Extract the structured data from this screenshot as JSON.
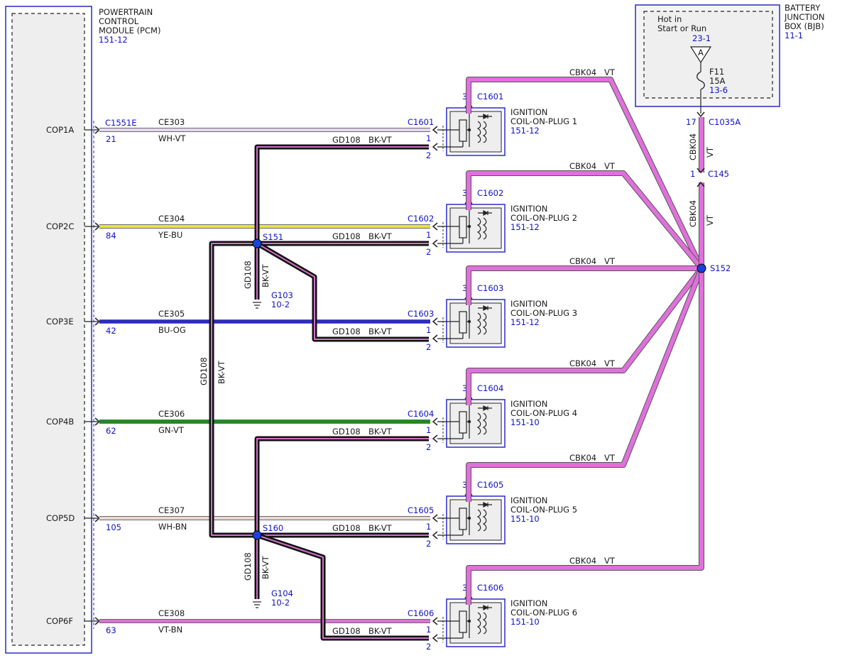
{
  "colors": {
    "WH-VT": "#e6d8f0",
    "YE-BU": "#e8e83a",
    "BU-OG": "#2a2acc",
    "GN-VT": "#1f8a1f",
    "WH-BN": "#ead8d0",
    "VT-BN": "#e070d8",
    "BK-VT": "#111111",
    "BK-VT-stripe": "#d070c8",
    "VT": "#e070dc",
    "box_blue": "#2a2acc",
    "splice": "#1d3fdc"
  },
  "pcm": {
    "title_lines": [
      "POWERTRAIN",
      "CONTROL",
      "MODULE (PCM)"
    ],
    "ref": "151-12",
    "pins": [
      {
        "name": "COP1A",
        "connector": "C1551E",
        "pin": "21"
      },
      {
        "name": "COP2C",
        "pin": "84"
      },
      {
        "name": "COP3E",
        "pin": "42"
      },
      {
        "name": "COP4B",
        "pin": "62"
      },
      {
        "name": "COP5D",
        "pin": "105"
      },
      {
        "name": "COP6F",
        "pin": "63"
      }
    ]
  },
  "bjb": {
    "title_lines": [
      "BATTERY",
      "JUNCTION",
      "BOX (BJB)"
    ],
    "ref": "11-1",
    "hot_lines": [
      "Hot in",
      "Start or Run"
    ],
    "hot_ref": "23-1",
    "bus": "A",
    "fuse": "F11",
    "fuse_amps": "15A",
    "fuse_ref": "13-6",
    "out_pin": "17",
    "out_connector": "C1035A"
  },
  "inline_connector": {
    "pin": "1",
    "name": "C145"
  },
  "feed_wire": {
    "circuit": "CBK04",
    "color": "VT"
  },
  "coils": [
    {
      "label1": "IGNITION",
      "label2": "COIL-ON-PLUG 1",
      "ref": "151-12",
      "connector": "C1601",
      "circuit": "CE303",
      "wire_color": "WH-VT",
      "feed_pin": "3",
      "signal_pin": "1",
      "ground_pin": "2",
      "ground_circuit": "GD108",
      "ground_color": "BK-VT",
      "feed_circuit": "CBK04",
      "feed_color": "VT"
    },
    {
      "label1": "IGNITION",
      "label2": "COIL-ON-PLUG 2",
      "ref": "151-12",
      "connector": "C1602",
      "circuit": "CE304",
      "wire_color": "YE-BU",
      "feed_pin": "3",
      "signal_pin": "1",
      "ground_pin": "2",
      "ground_circuit": "GD108",
      "ground_color": "BK-VT",
      "feed_circuit": "CBK04",
      "feed_color": "VT"
    },
    {
      "label1": "IGNITION",
      "label2": "COIL-ON-PLUG 3",
      "ref": "151-12",
      "connector": "C1603",
      "circuit": "CE305",
      "wire_color": "BU-OG",
      "feed_pin": "3",
      "signal_pin": "1",
      "ground_pin": "2",
      "ground_circuit": "GD108",
      "ground_color": "BK-VT",
      "feed_circuit": "CBK04",
      "feed_color": "VT"
    },
    {
      "label1": "IGNITION",
      "label2": "COIL-ON-PLUG 4",
      "ref": "151-10",
      "connector": "C1604",
      "circuit": "CE306",
      "wire_color": "GN-VT",
      "feed_pin": "3",
      "signal_pin": "1",
      "ground_pin": "2",
      "ground_circuit": "GD108",
      "ground_color": "BK-VT",
      "feed_circuit": "CBK04",
      "feed_color": "VT"
    },
    {
      "label1": "IGNITION",
      "label2": "COIL-ON-PLUG 5",
      "ref": "151-10",
      "connector": "C1605",
      "circuit": "CE307",
      "wire_color": "WH-BN",
      "feed_pin": "3",
      "signal_pin": "1",
      "ground_pin": "2",
      "ground_circuit": "GD108",
      "ground_color": "BK-VT",
      "feed_circuit": "CBK04",
      "feed_color": "VT"
    },
    {
      "label1": "IGNITION",
      "label2": "COIL-ON-PLUG 6",
      "ref": "151-10",
      "connector": "C1606",
      "circuit": "CE308",
      "wire_color": "VT-BN",
      "feed_pin": "3",
      "signal_pin": "1",
      "ground_pin": "2",
      "ground_circuit": "GD108",
      "ground_color": "BK-VT",
      "feed_circuit": "CBK04",
      "feed_color": "VT"
    }
  ],
  "splices": {
    "s151": "S151",
    "s160": "S160",
    "s152": "S152"
  },
  "grounds": [
    {
      "name": "G103",
      "ref": "10-2",
      "circuit": "GD108",
      "color": "BK-VT"
    },
    {
      "name": "G104",
      "ref": "10-2",
      "circuit": "GD108",
      "color": "BK-VT"
    }
  ],
  "trunk": {
    "circuit": "GD108",
    "color": "BK-VT"
  }
}
